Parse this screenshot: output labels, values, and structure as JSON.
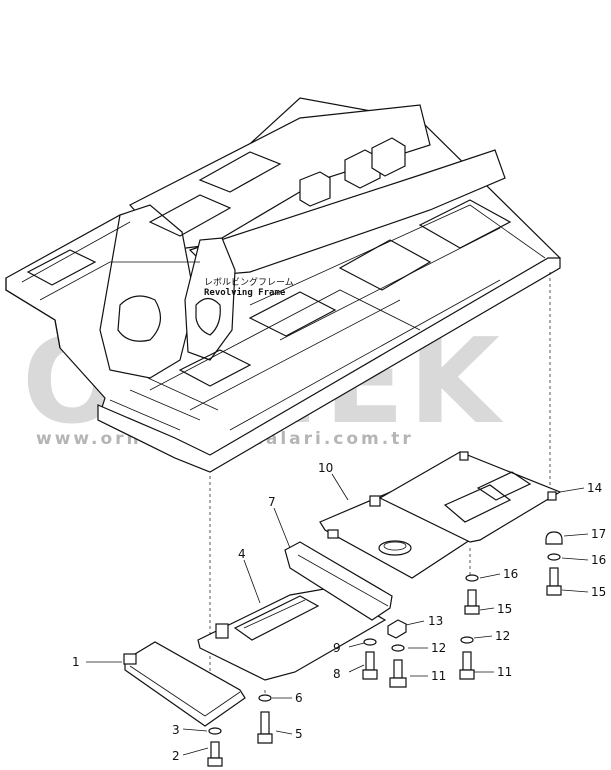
{
  "frame_label": {
    "jp": "レボルビングフレーム",
    "en": "Revolving Frame"
  },
  "watermark": {
    "brand": "ORNEK",
    "url": "www.ornekismakinalari.com.tr",
    "accent_color": "#f3c400",
    "text_color": "#b9b9b9"
  },
  "callouts": {
    "c1": "1",
    "c2": "2",
    "c3": "3",
    "c4": "4",
    "c5": "5",
    "c6": "6",
    "c7": "7",
    "c8": "8",
    "c9": "9",
    "c10": "10",
    "c11a": "11",
    "c11b": "11",
    "c12a": "12",
    "c12b": "12",
    "c13": "13",
    "c14": "14",
    "c15a": "15",
    "c15b": "15",
    "c16a": "16",
    "c16b": "16",
    "c17": "17"
  }
}
